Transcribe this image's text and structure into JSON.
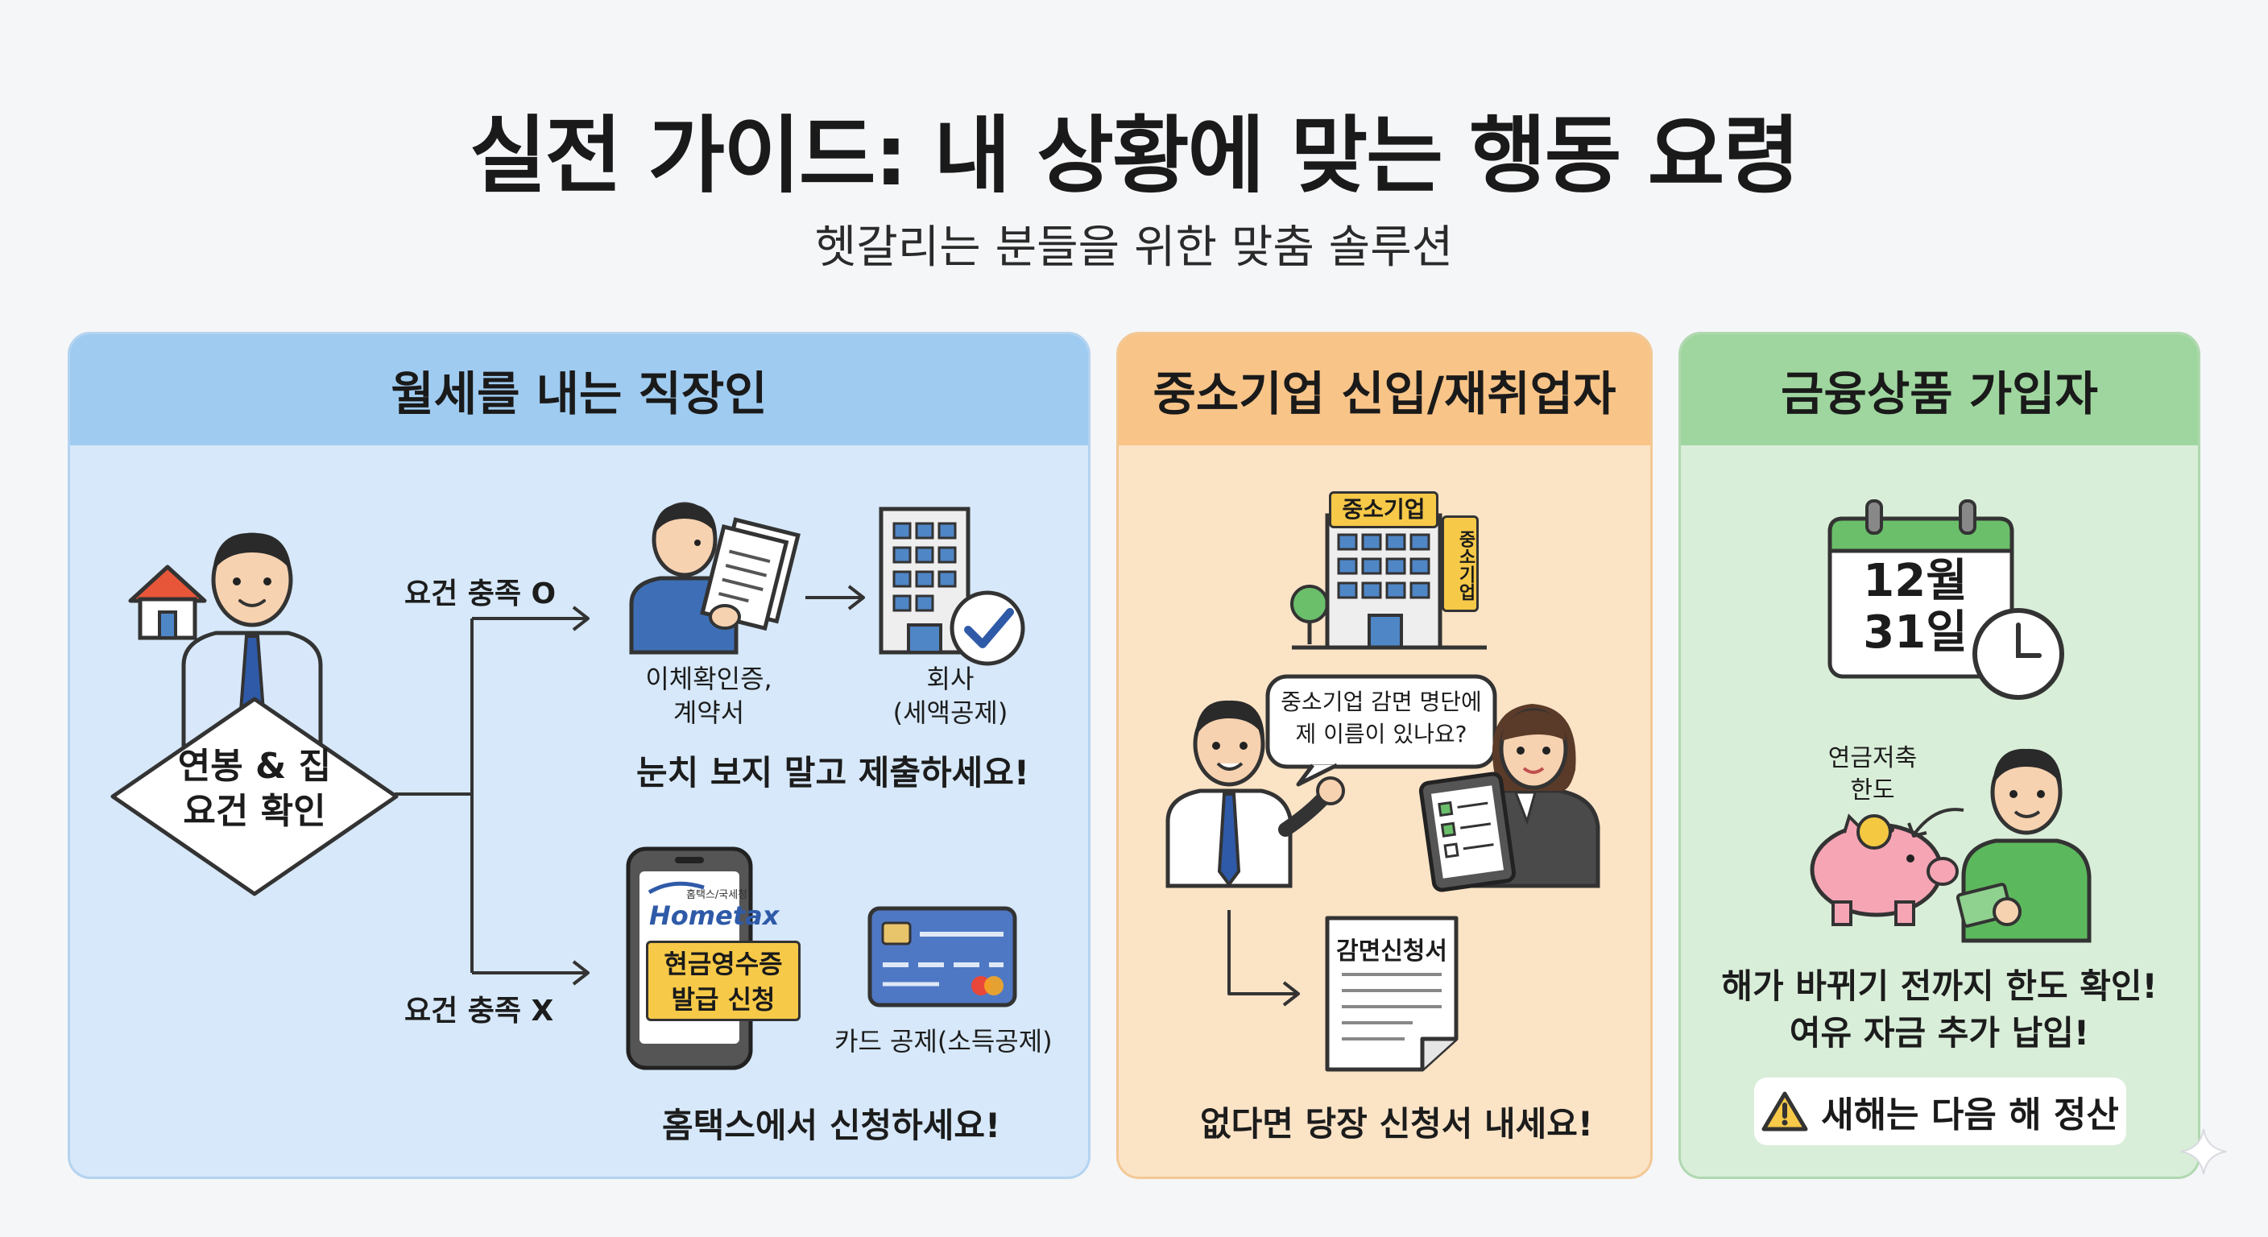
{
  "header": {
    "title": "실전 가이드: 내 상황에 맞는 행동 요령",
    "subtitle": "헷갈리는 분들을 위한 맞춤 솔루션"
  },
  "panel_rent": {
    "heading": "월세를 내는 직장인",
    "decision": "연봉 & 집\n요건 확인",
    "branch_yes": "요건 충족 O",
    "branch_no": "요건 충족 X",
    "doc_label": "이체확인증,\n계약서",
    "company_label": "회사\n(세액공제)",
    "yes_action": "눈치 보지 말고 제출하세요!",
    "phone_brand": "Hometax",
    "phone_brand_sub": "홈택스/국세청",
    "phone_badge": "현금영수증\n발급 신청",
    "card_label": "카드 공제(소득공제)",
    "no_action": "홈택스에서 신청하세요!"
  },
  "panel_sme": {
    "heading": "중소기업 신입/재취업자",
    "building_sign": "중소기업",
    "building_side_sign": "중소기업",
    "speech": "중소기업 감면 명단에\n제 이름이 있나요?",
    "form_title": "감면신청서",
    "action": "없다면 당장 신청서 내세요!"
  },
  "panel_finance": {
    "heading": "금융상품 가입자",
    "calendar_text": "12월\n31일",
    "pension_label": "연금저축\n한도",
    "action": "해가 바뀌기 전까지 한도 확인!\n여유 자금 추가 납입!",
    "warning": "새해는 다음 해 정산"
  },
  "colors": {
    "blue_head": "#9fcbf0",
    "blue_body": "#d6e8f9",
    "orange_head": "#f8c488",
    "orange_body": "#fbe3c6",
    "green_head": "#9fd69f",
    "green_body": "#d9eed9",
    "badge_yellow": "#f7c948",
    "check_blue": "#2f5aa8"
  },
  "icons": [
    "house-icon",
    "office-worker-icon",
    "document-reader-icon",
    "company-building-icon",
    "checkmark-icon",
    "smartphone-icon",
    "credit-card-icon",
    "sme-building-icon",
    "speech-bubble-icon",
    "businesswoman-tablet-icon",
    "application-form-icon",
    "calendar-icon",
    "clock-icon",
    "piggy-bank-icon",
    "coin-icon",
    "man-with-money-icon",
    "warning-icon",
    "sparkle-icon"
  ]
}
